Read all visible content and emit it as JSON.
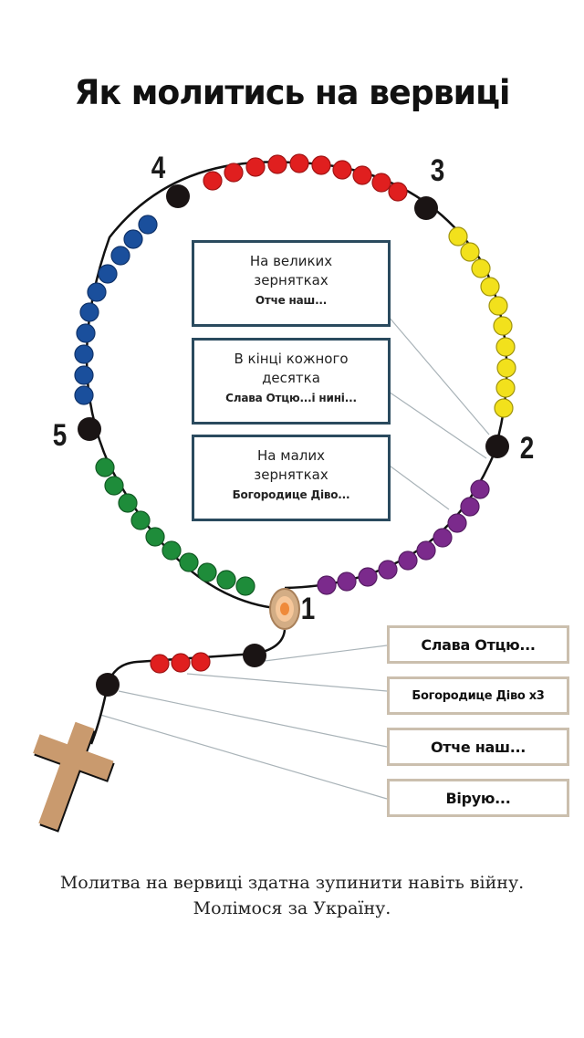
{
  "title": "Як молитись на вервиці",
  "decade_numbers": [
    "1",
    "2",
    "3",
    "4",
    "5"
  ],
  "info_boxes": [
    {
      "line1": "На великих",
      "line2": "зернятках",
      "prayer": "Отче наш..."
    },
    {
      "line1": "В кінці кожного",
      "line2": "десятка",
      "prayer": "Слава Отцю...і нині..."
    },
    {
      "line1": "На малих",
      "line2": "зернятках",
      "prayer": "Богородице Діво..."
    }
  ],
  "pendant_prayers": [
    {
      "label": "Слава Отцю..."
    },
    {
      "label": "Богородице Діво х3"
    },
    {
      "label": "Отче наш..."
    },
    {
      "label": "Вірую..."
    }
  ],
  "caption": {
    "line1": "Молитва на вервиці здатна зупинити навіть війну.",
    "line2": "Молімося за Україну."
  },
  "colors": {
    "decade_1": "#7b2a8c",
    "decade_2": "#f2e11c",
    "decade_3": "#e01f1f",
    "decade_4": "#1a4f9c",
    "decade_5": "#1e8c3a",
    "large_bead": "#1a1414",
    "cross": "#c99a6e",
    "box_border": "#2a4a5e",
    "prayer_border": "#cbbfae"
  }
}
